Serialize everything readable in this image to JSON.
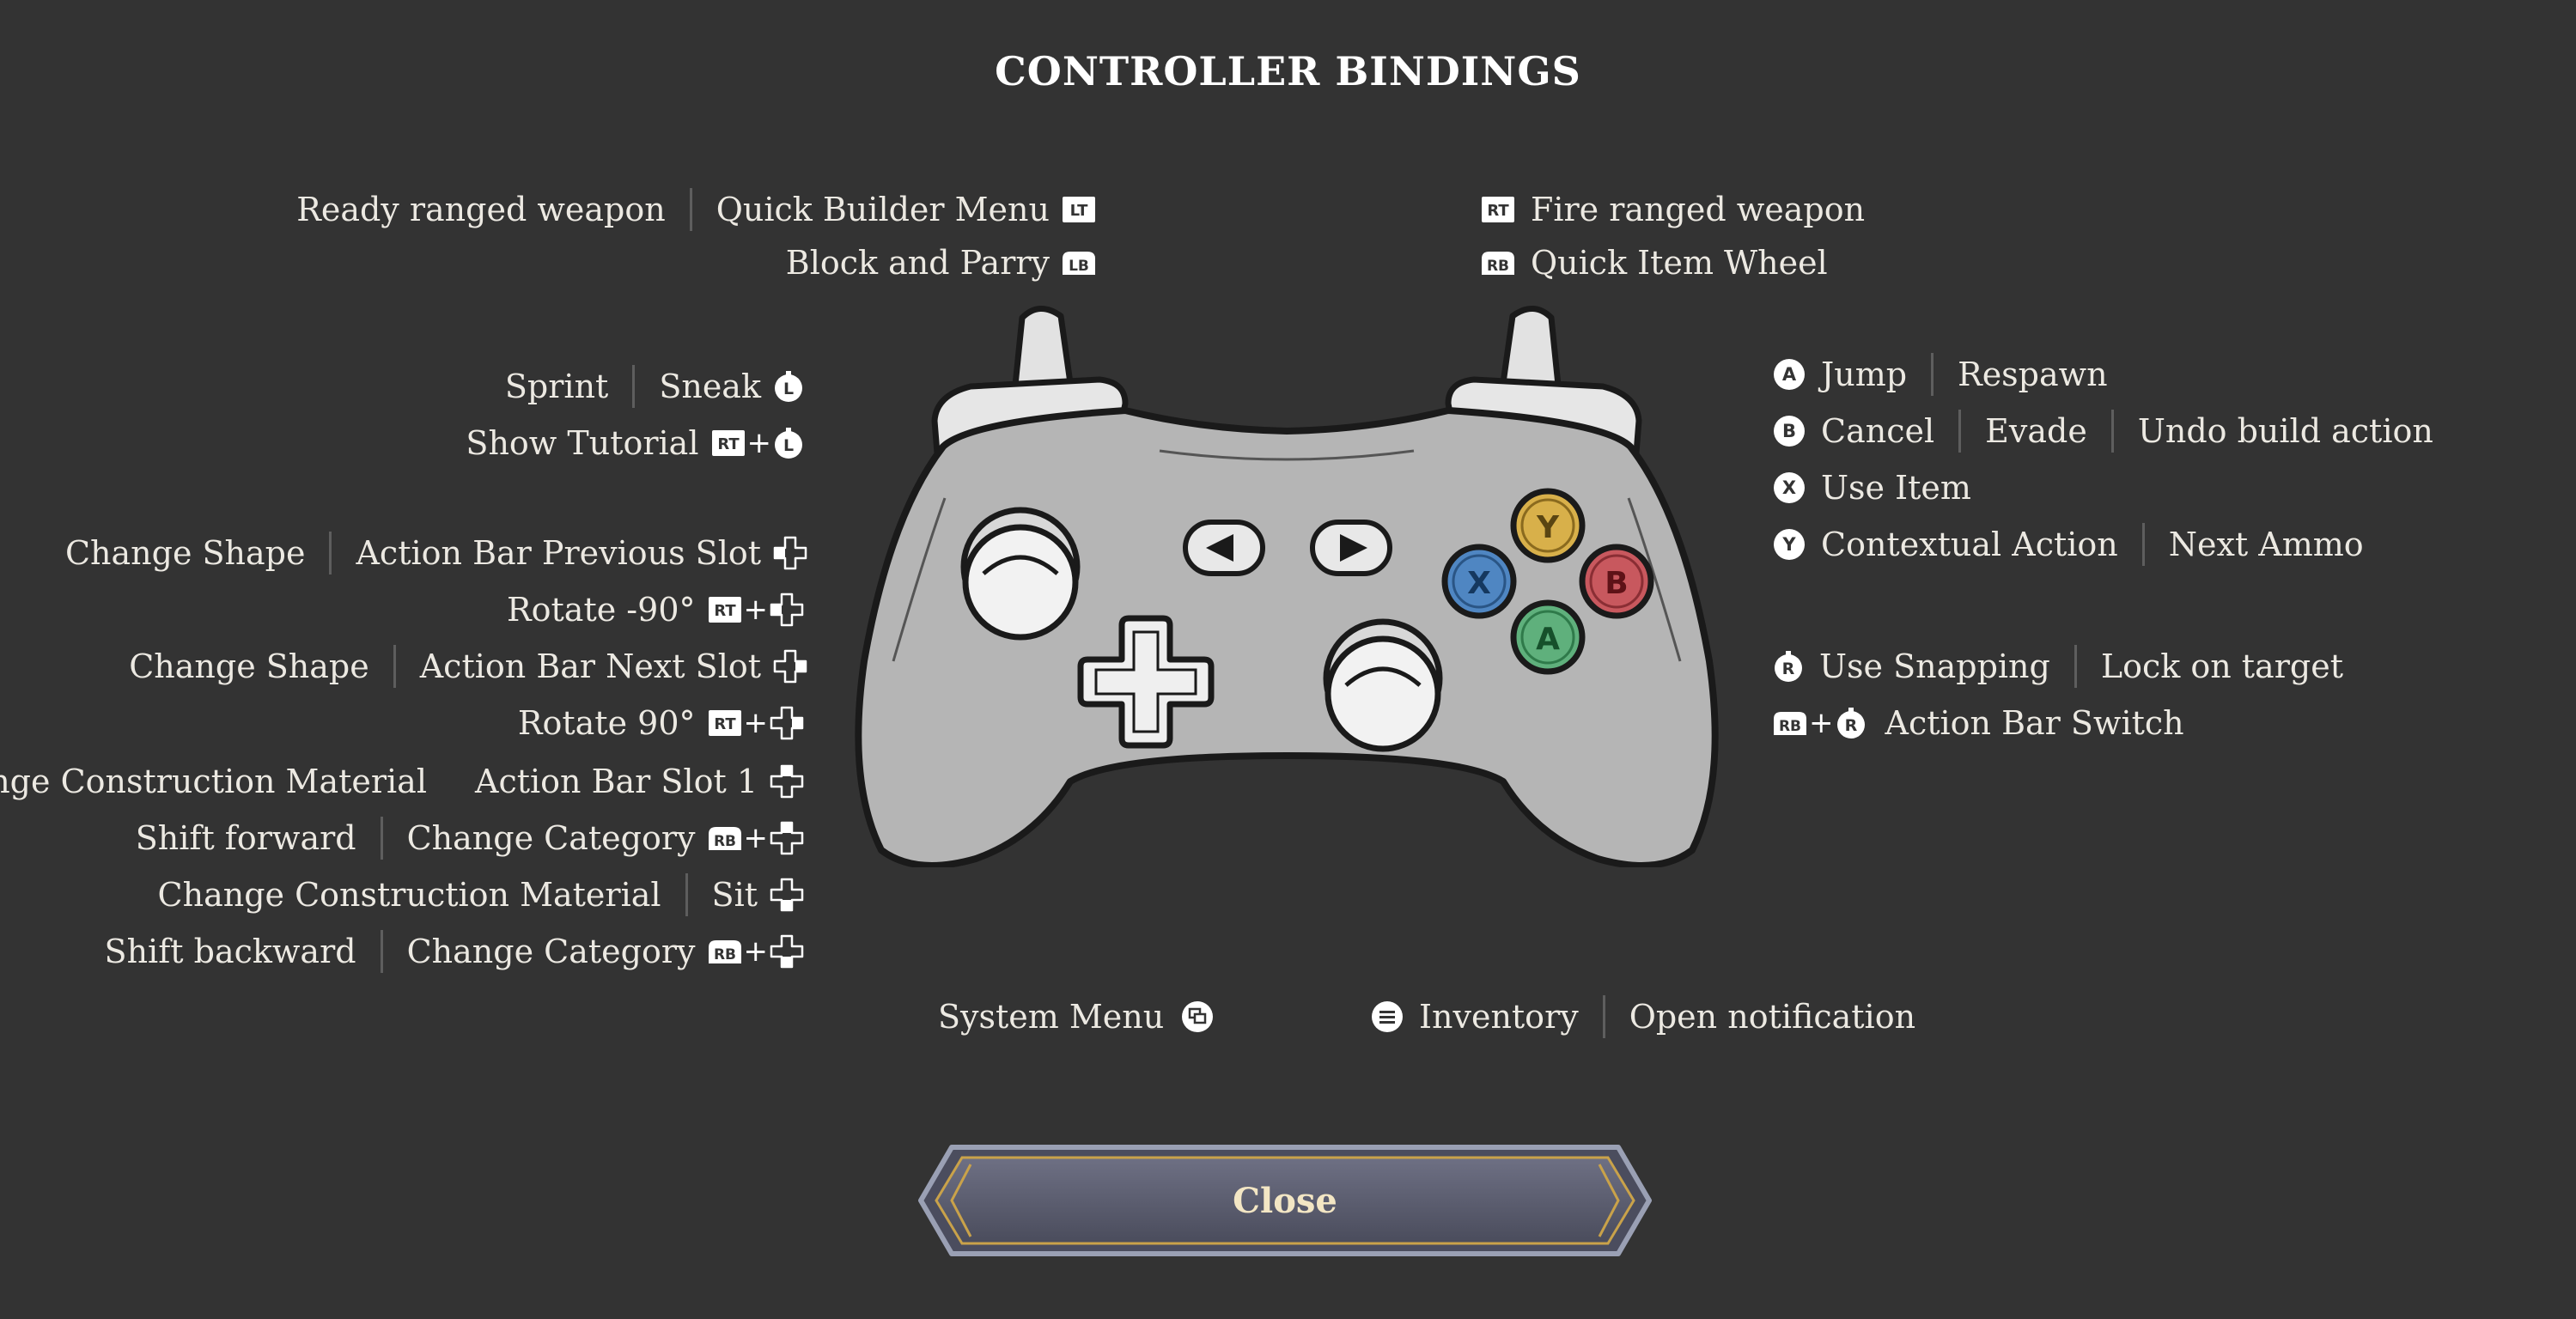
{
  "title": "CONTROLLER BINDINGS",
  "left_top": {
    "lt_row": [
      "Ready ranged weapon",
      "Quick Builder Menu"
    ],
    "lb_row": [
      "Block and Parry"
    ]
  },
  "right_top": {
    "rt_row": [
      "Fire ranged weapon"
    ],
    "rb_row": [
      "Quick Item Wheel"
    ]
  },
  "left_stick": {
    "sprint_row": [
      "Sprint",
      "Sneak"
    ],
    "tutorial_row": [
      "Show Tutorial"
    ]
  },
  "dpad": {
    "left_row": [
      "Change Shape",
      "Action Bar Previous Slot"
    ],
    "rotate_neg_row": [
      "Rotate -90°"
    ],
    "right_row": [
      "Change Shape",
      "Action Bar Next Slot"
    ],
    "rotate_pos_row": [
      "Rotate 90°"
    ],
    "up_row": [
      "ange Construction Material",
      "Action Bar Slot 1"
    ],
    "shift_fwd_row": [
      "Shift forward",
      "Change Category"
    ],
    "down_row": [
      "Change Construction Material",
      "Sit"
    ],
    "shift_back_row": [
      "Shift backward",
      "Change Category"
    ]
  },
  "face_buttons": {
    "a_row": [
      "Jump",
      "Respawn"
    ],
    "b_row": [
      "Cancel",
      "Evade",
      "Undo build action"
    ],
    "x_row": [
      "Use Item"
    ],
    "y_row": [
      "Contextual Action",
      "Next Ammo"
    ]
  },
  "right_stick": {
    "rs_row": [
      "Use Snapping",
      "Lock on target"
    ],
    "switch_row": [
      "Action Bar Switch"
    ]
  },
  "bottom": {
    "system_menu": "System Menu",
    "menu_row": [
      "Inventory",
      "Open notification"
    ]
  },
  "glyphs": {
    "lt": "LT",
    "lb": "LB",
    "rt": "RT",
    "rb": "RB",
    "ls": "L",
    "rs": "R",
    "a": "A",
    "b": "B",
    "x": "X",
    "y": "Y",
    "plus": "+"
  },
  "controller_buttons": {
    "y": "Y",
    "x": "X",
    "b": "B",
    "a": "A"
  },
  "colors": {
    "background": "#333333",
    "button_y": "#d8b04a",
    "button_x": "#4f86c2",
    "button_b": "#c8585e",
    "button_a": "#5fb07c",
    "controller_body": "#b5b5b5",
    "accent_gold": "#c9a24a"
  },
  "close_button": "Close"
}
